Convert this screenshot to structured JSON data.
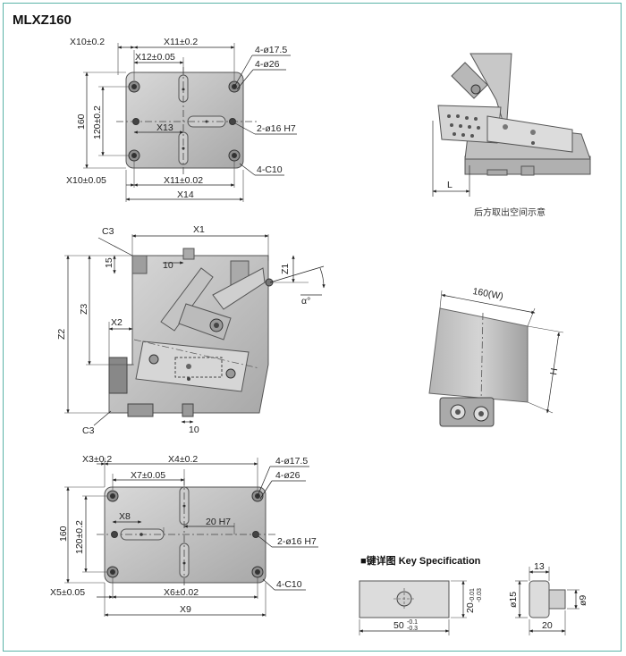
{
  "title": "MLXZ160",
  "top_view": {
    "dims": {
      "x10_top": "X10±0.2",
      "x11_top": "X11±0.2",
      "x12": "X12±0.05",
      "d175": "4-ø17.5",
      "d26": "4-ø26",
      "d16": "2-ø16 H7",
      "c10": "4-C10",
      "h160": "160",
      "h120": "120±0.2",
      "x13": "X13",
      "x10_bot": "X10±0.05",
      "x11_bot": "X11±0.02",
      "x14": "X14"
    }
  },
  "side_view": {
    "dims": {
      "c3_top": "C3",
      "x1": "X1",
      "d15": "15",
      "d10_top": "10",
      "z1": "Z1",
      "alpha": "α°",
      "z3": "Z3",
      "x2": "X2",
      "z2": "Z2",
      "c3_bot": "C3",
      "d10_bot": "10"
    }
  },
  "detail_view": {
    "l": "L",
    "caption": "后方取出空间示意"
  },
  "box_view": {
    "width": "160(W)",
    "height": "H"
  },
  "bottom_view": {
    "dims": {
      "x3": "X3±0.2",
      "x4": "X4±0.2",
      "x7": "X7±0.05",
      "d175": "4-ø17.5",
      "d26": "4-ø26",
      "x8": "X8",
      "h7": "20 H7",
      "h160": "160",
      "h120": "120±0.2",
      "d16": "2-ø16 H7",
      "x5": "X5±0.05",
      "x6": "X6±0.02",
      "c10": "4-C10",
      "x9": "X9"
    }
  },
  "key_spec": {
    "title": "■键详图 Key Specification",
    "w50": "50",
    "w50_tol_up": "-0.1",
    "w50_tol_dn": "-0.3",
    "h20": "20",
    "h20_tol_up": "-0.01",
    "h20_tol_dn": "-0.03",
    "d13": "13",
    "d15": "ø15",
    "d9": "ø9",
    "w20": "20"
  }
}
